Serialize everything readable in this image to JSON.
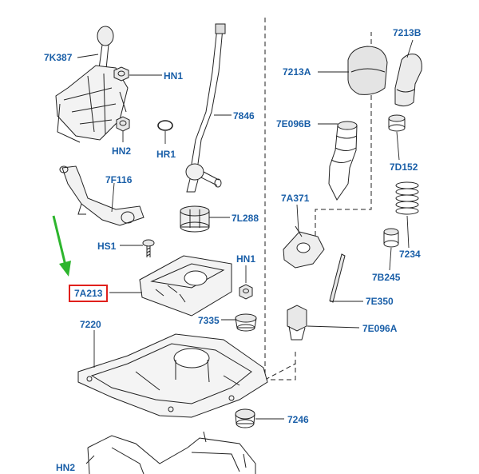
{
  "labels": {
    "l7K387": "7K387",
    "lHN1a": "HN1",
    "lHN2a": "HN2",
    "lHR1": "HR1",
    "l7846": "7846",
    "l7F116": "7F116",
    "lHS1": "HS1",
    "l7L288": "7L288",
    "lHN1b": "HN1",
    "l7A213": "7A213",
    "l7335": "7335",
    "l7220": "7220",
    "l7246": "7246",
    "lHN2b": "HN2",
    "l7213A": "7213A",
    "l7213B": "7213B",
    "l7E096B": "7E096B",
    "l7D152": "7D152",
    "l7A371": "7A371",
    "l7234": "7234",
    "l7B245": "7B245",
    "l7E350": "7E350",
    "l7E096A": "7E096A"
  },
  "colors": {
    "label": "#1a5fa8",
    "highlight_box": "#e0201c",
    "arrow": "#2db52d",
    "line": "#222222"
  }
}
